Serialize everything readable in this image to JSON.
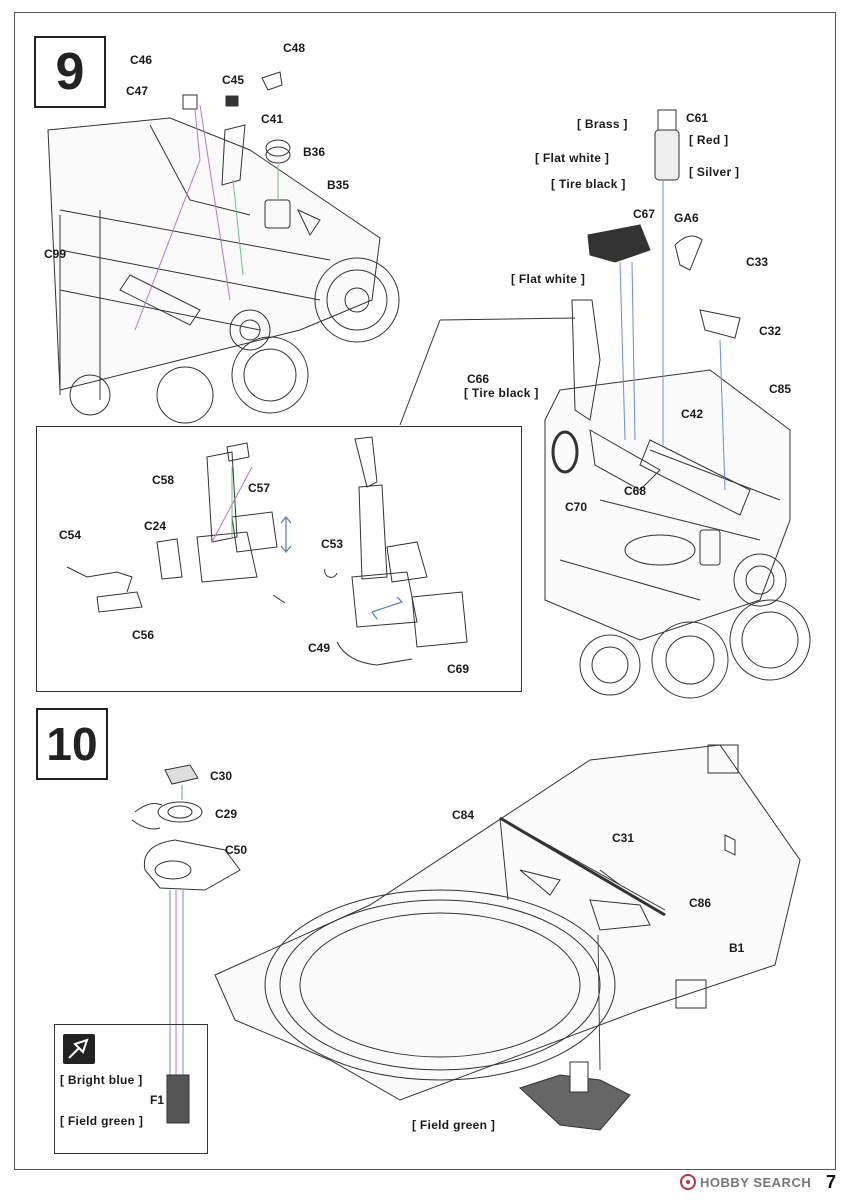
{
  "steps": {
    "step9": "9",
    "step10": "10"
  },
  "step9": {
    "labels": {
      "C46": "C46",
      "C48": "C48",
      "C45": "C45",
      "C47": "C47",
      "C41": "C41",
      "B36": "B36",
      "B35": "B35",
      "C99": "C99",
      "C61": "C61",
      "C67": "C67",
      "GA6": "GA6",
      "C33": "C33",
      "C32": "C32",
      "C66": "C66",
      "C85": "C85",
      "C42": "C42",
      "C70": "C70",
      "C68": "C68"
    },
    "paints": {
      "brass": "[ Brass ]",
      "red": "[ Red ]",
      "flat_white_1": "[ Flat white ]",
      "silver": "[ Silver ]",
      "tire_black_1": "[ Tire black ]",
      "flat_white_2": "[ Flat white ]",
      "tire_black_2": "[ Tire black ]"
    },
    "inset_labels": {
      "C58": "C58",
      "C57": "C57",
      "C24": "C24",
      "C54": "C54",
      "C56": "C56",
      "C53": "C53",
      "C49": "C49",
      "C69": "C69"
    }
  },
  "step10": {
    "labels": {
      "C30": "C30",
      "C29": "C29",
      "C50": "C50",
      "C84": "C84",
      "C31": "C31",
      "C86": "C86",
      "B1": "B1",
      "F1": "F1"
    },
    "paints": {
      "bright_blue": "[ Bright blue ]",
      "field_green_1": "[ Field green ]",
      "field_green_2": "[ Field green ]"
    }
  },
  "footer": {
    "brand": "HOBBY SEARCH",
    "page_number": "7"
  },
  "colors": {
    "ink": "#222222",
    "guide_blue": "#6a8fd0",
    "guide_purple": "#b07ad0",
    "guide_green": "#6bc08a"
  }
}
